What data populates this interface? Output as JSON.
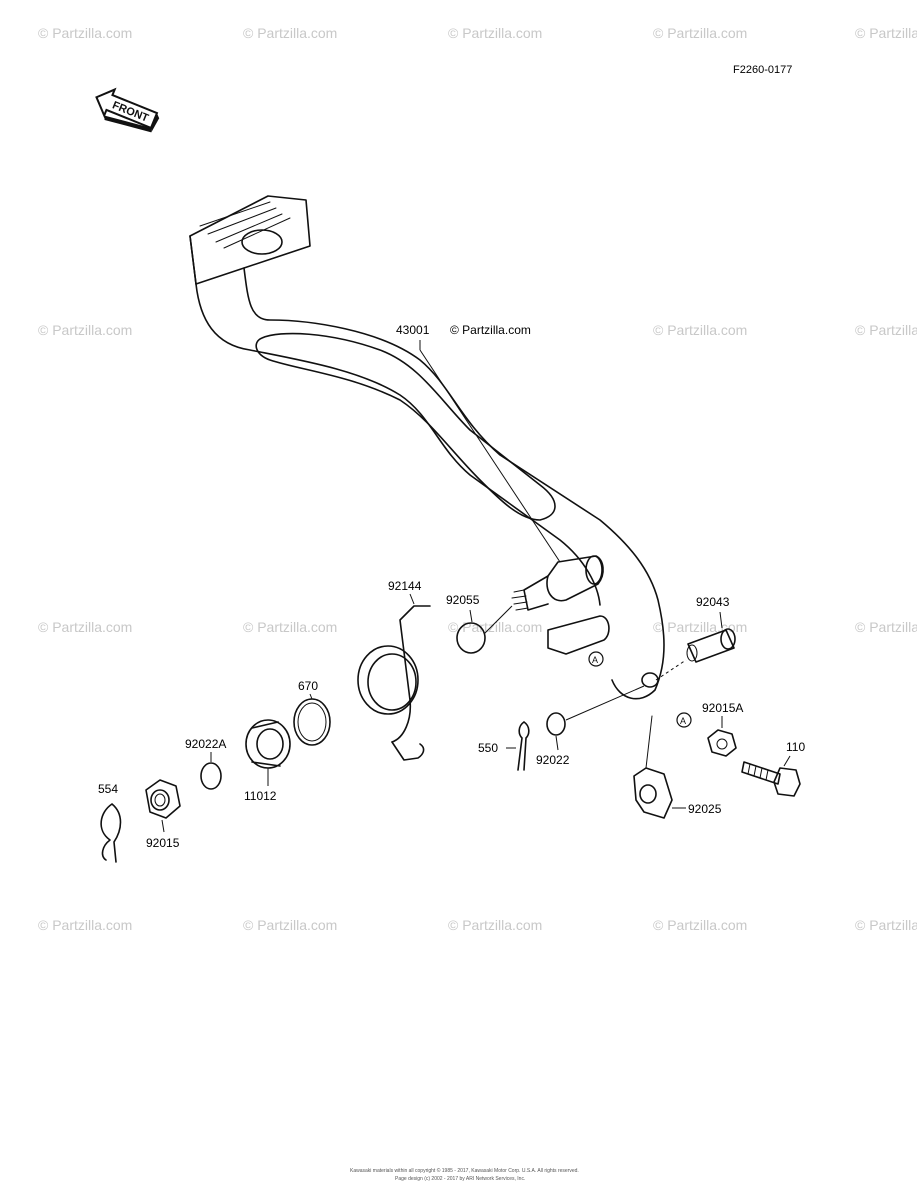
{
  "diagram_code": "F2260-0177",
  "front_arrow_label": "FRONT",
  "watermark_text": "© Partzilla.com",
  "main_copyright": "© Partzilla.com",
  "reference_marker": "A",
  "parts": {
    "pedal": "43001",
    "spring": "92144",
    "o_ring_upper": "92055",
    "pivot_pin": "92043",
    "o_ring": "670",
    "washer_a": "92022A",
    "oil_seal": "11012",
    "cotter_pin": "550",
    "washer": "92022",
    "nut_a": "92015A",
    "bolt": "110",
    "clip": "554",
    "nut": "92015",
    "clevis": "92025"
  },
  "footer": {
    "line1": "Kawasaki materials within all copyright © 1985 - 2017, Kawasaki Motor Corp. U.S.A. All rights reserved.",
    "line2": "Page design (c) 2002 - 2017 by ARI Network Services, Inc."
  }
}
